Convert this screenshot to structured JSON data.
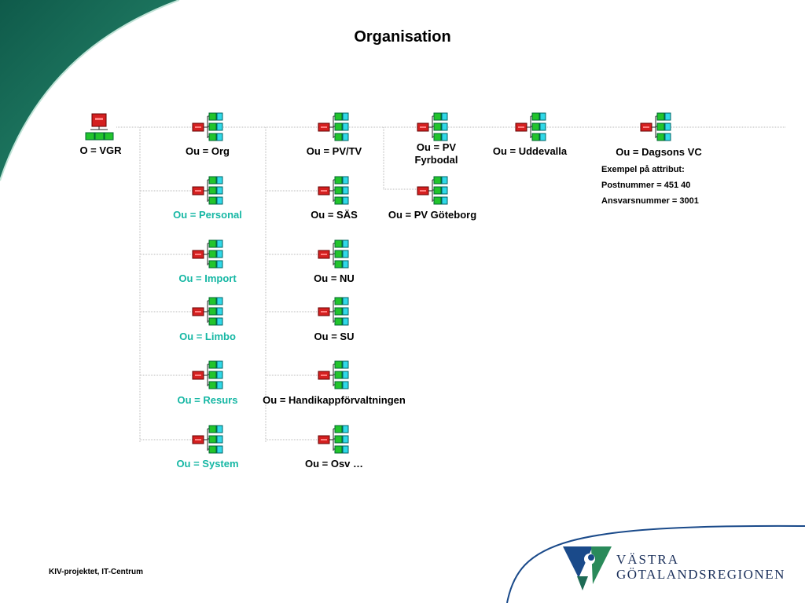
{
  "title": "Organisation",
  "root": {
    "label": "O = VGR"
  },
  "column1": [
    {
      "label": "Ou = Org",
      "color": "black"
    },
    {
      "label": "Ou = Personal",
      "color": "teal"
    },
    {
      "label": "Ou = Import",
      "color": "teal"
    },
    {
      "label": "Ou = Limbo",
      "color": "teal"
    },
    {
      "label": "Ou = Resurs",
      "color": "teal"
    },
    {
      "label": "Ou = System",
      "color": "teal"
    }
  ],
  "column2": [
    {
      "label": "Ou = PV/TV"
    },
    {
      "label": "Ou = SÄS"
    },
    {
      "label": "Ou = NU"
    },
    {
      "label": "Ou = SU"
    },
    {
      "label": "Ou = Handikappförvaltningen"
    },
    {
      "label": "Ou = Osv …"
    }
  ],
  "pv_children": [
    {
      "label": "Ou = PV Fyrbodal"
    },
    {
      "label": "Ou = PV Göteborg"
    }
  ],
  "uddevalla": {
    "label": "Ou = Uddevalla"
  },
  "dagsons": {
    "label": "Ou = Dagsons VC"
  },
  "attributes": {
    "heading": "Exempel på attribut:",
    "items": [
      "Postnummer = 451 40",
      "Ansvarsnummer = 3001"
    ]
  },
  "footer": "KIV-projektet, IT-Centrum",
  "logo": {
    "line1": "VÄSTRA",
    "line2": "GÖTALANDSREGIONEN"
  },
  "colors": {
    "teal_label": "#16b7a4",
    "red_node": "#d42020",
    "green_node": "#22c42c",
    "cyan_node": "#30d8e8",
    "dark_green_corner": "#1e6b55",
    "logo_blue": "#1a2f5a"
  }
}
